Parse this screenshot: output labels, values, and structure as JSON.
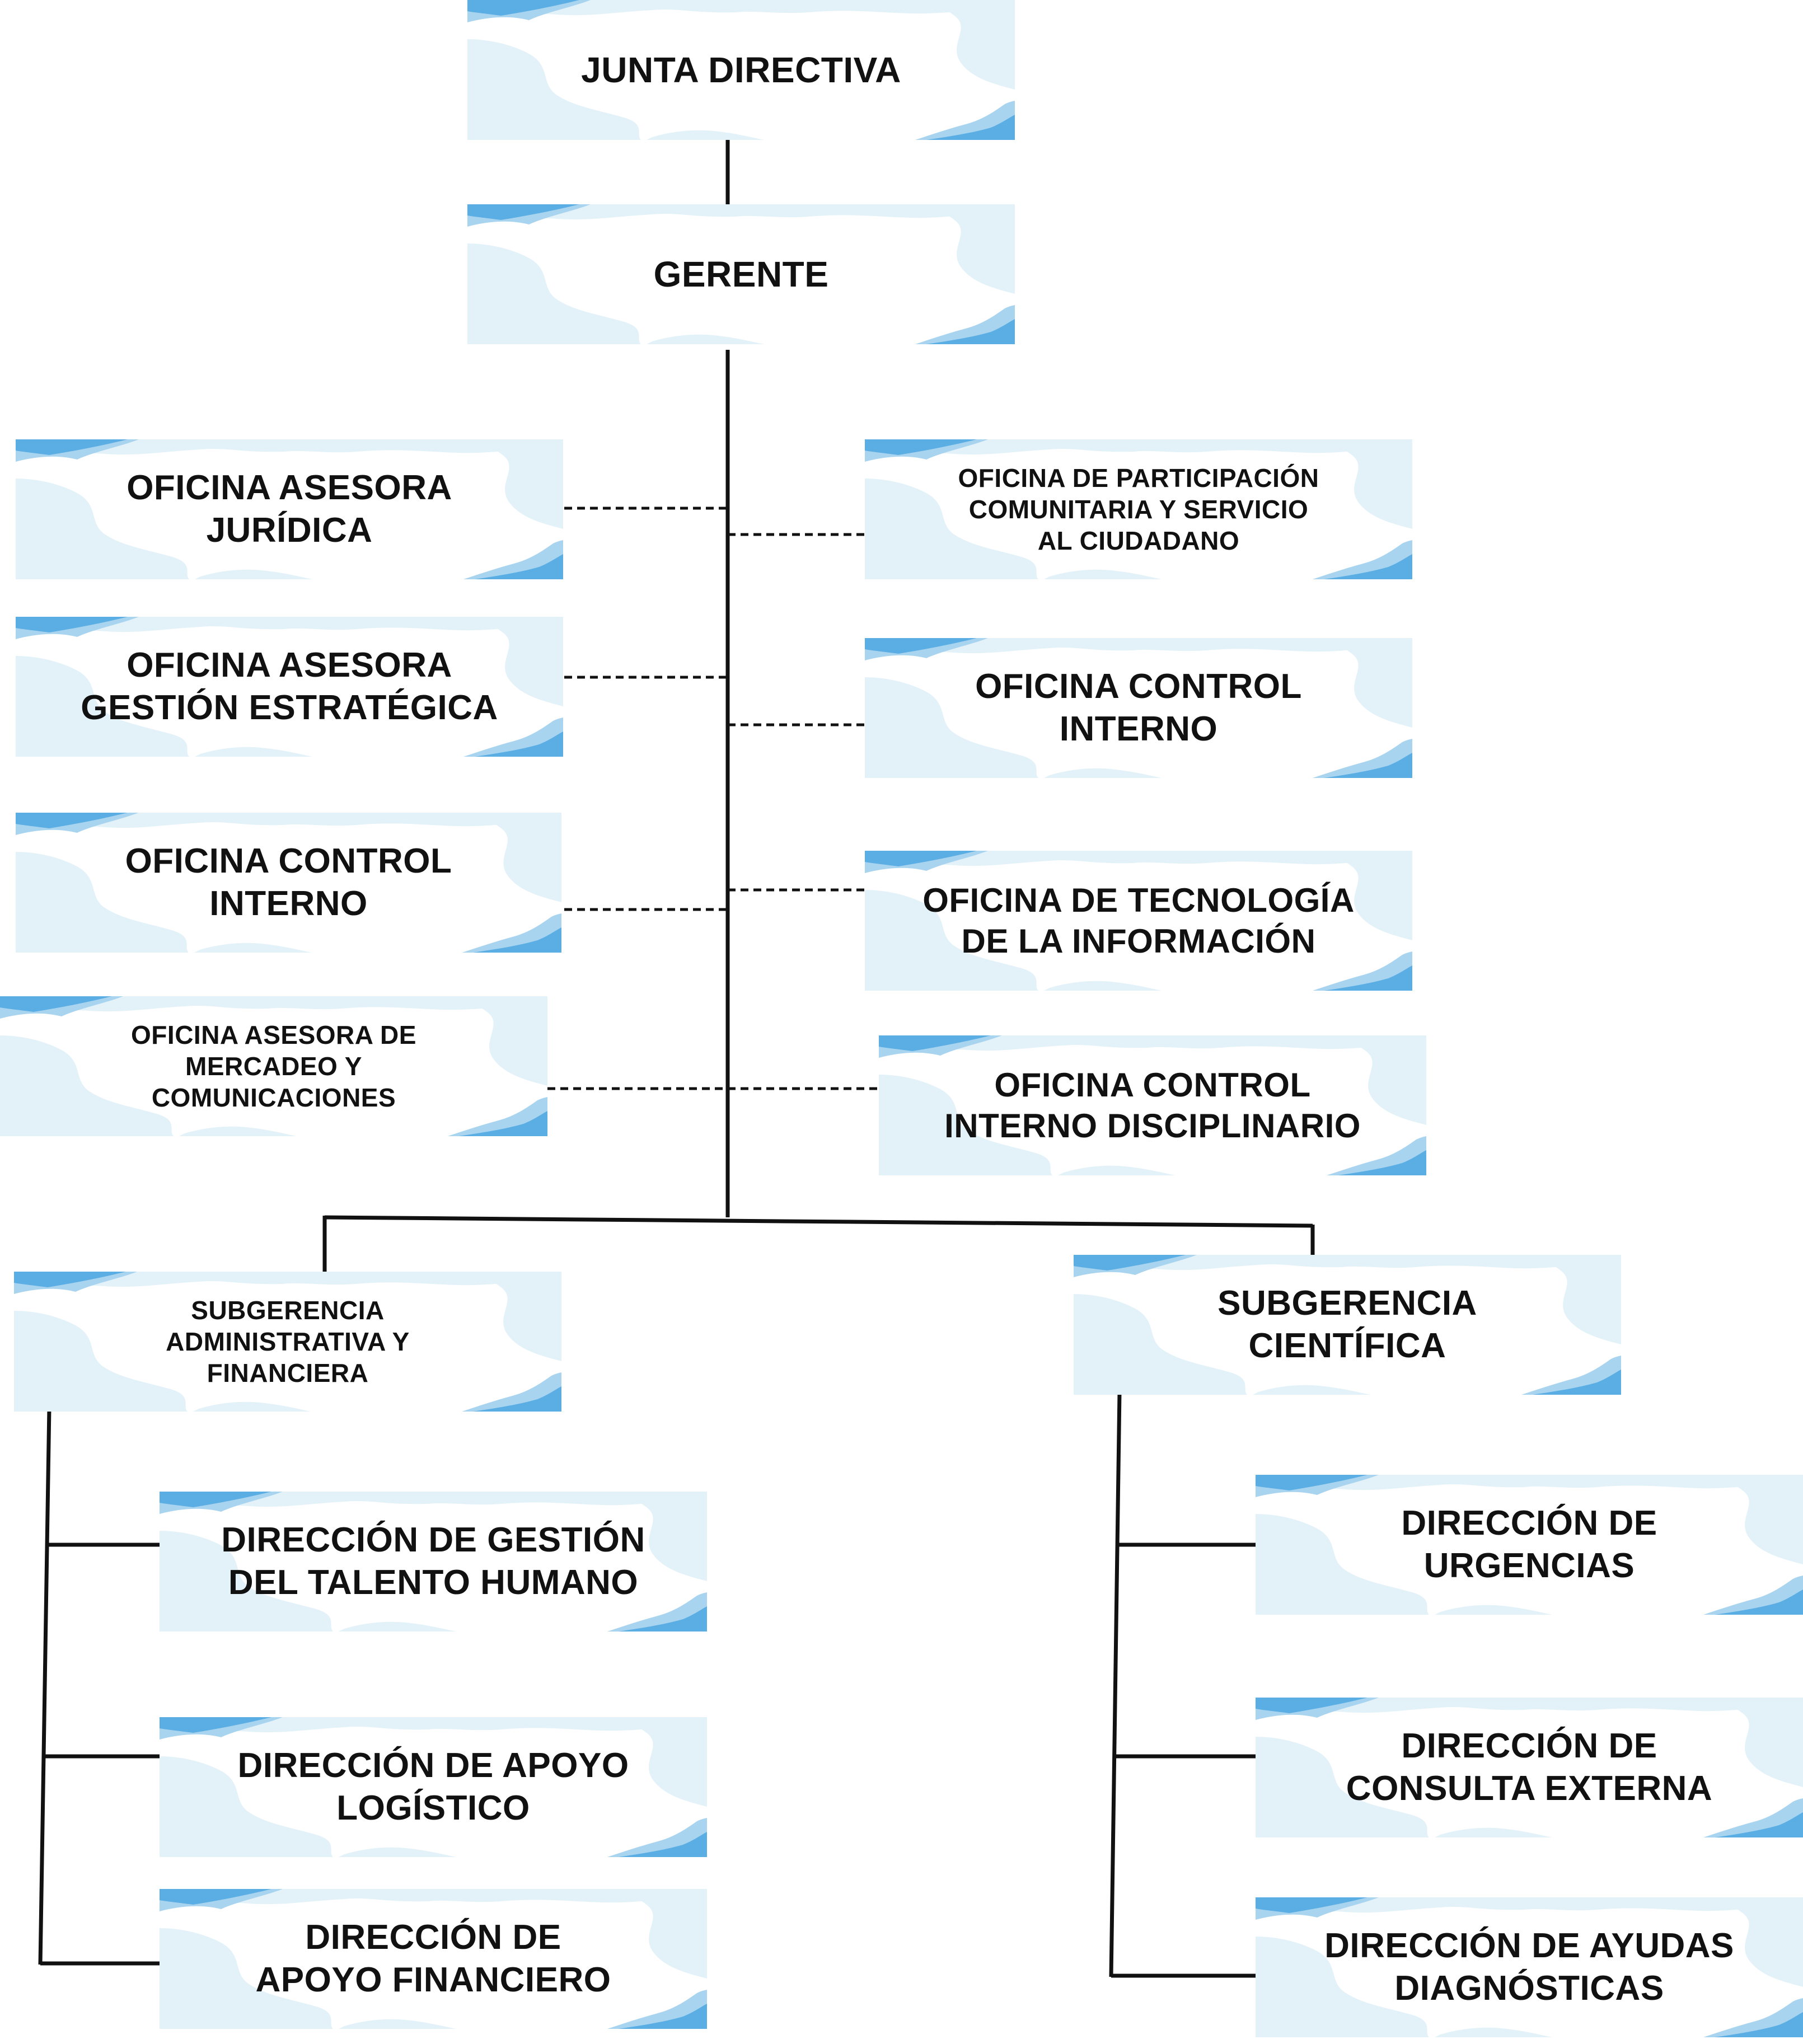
{
  "top": {
    "board": "JUNTA DIRECTIVA",
    "manager": "GERENTE"
  },
  "advisory_left": [
    "OFICINA ASESORA\nJURÍDICA",
    "OFICINA ASESORA\nGESTIÓN ESTRATÉGICA",
    "OFICINA CONTROL\nINTERNO",
    "OFICINA ASESORA DE\nMERCADEO Y\nCOMUNICACIONES"
  ],
  "advisory_right": [
    "OFICINA DE PARTICIPACIÓN\nCOMUNITARIA Y SERVICIO\nAL CIUDADANO",
    "OFICINA CONTROL\nINTERNO",
    "OFICINA DE TECNOLOGÍA\nDE LA INFORMACIÓN",
    "OFICINA CONTROL\nINTERNO DISCIPLINARIO"
  ],
  "subgerencias": {
    "admin": {
      "label": "SUBGERENCIA\nADMINISTRATIVA Y\nFINANCIERA",
      "directions": [
        "DIRECCIÓN DE GESTIÓN\nDEL TALENTO HUMANO",
        "DIRECCIÓN DE APOYO\nLOGÍSTICO",
        "DIRECCIÓN DE\nAPOYO FINANCIERO"
      ]
    },
    "scientific": {
      "label": "SUBGERENCIA\nCIENTÍFICA",
      "directions": [
        "DIRECCIÓN DE\nURGENCIAS",
        "DIRECCIÓN DE\nCONSULTA EXTERNA",
        "DIRECCIÓN DE AYUDAS\nDIAGNÓSTICAS"
      ]
    }
  },
  "colors": {
    "line": "#111111",
    "wave_light": "#e3f2f9",
    "wave_mid": "#a9d4ef",
    "wave_dark": "#5aaee3"
  }
}
